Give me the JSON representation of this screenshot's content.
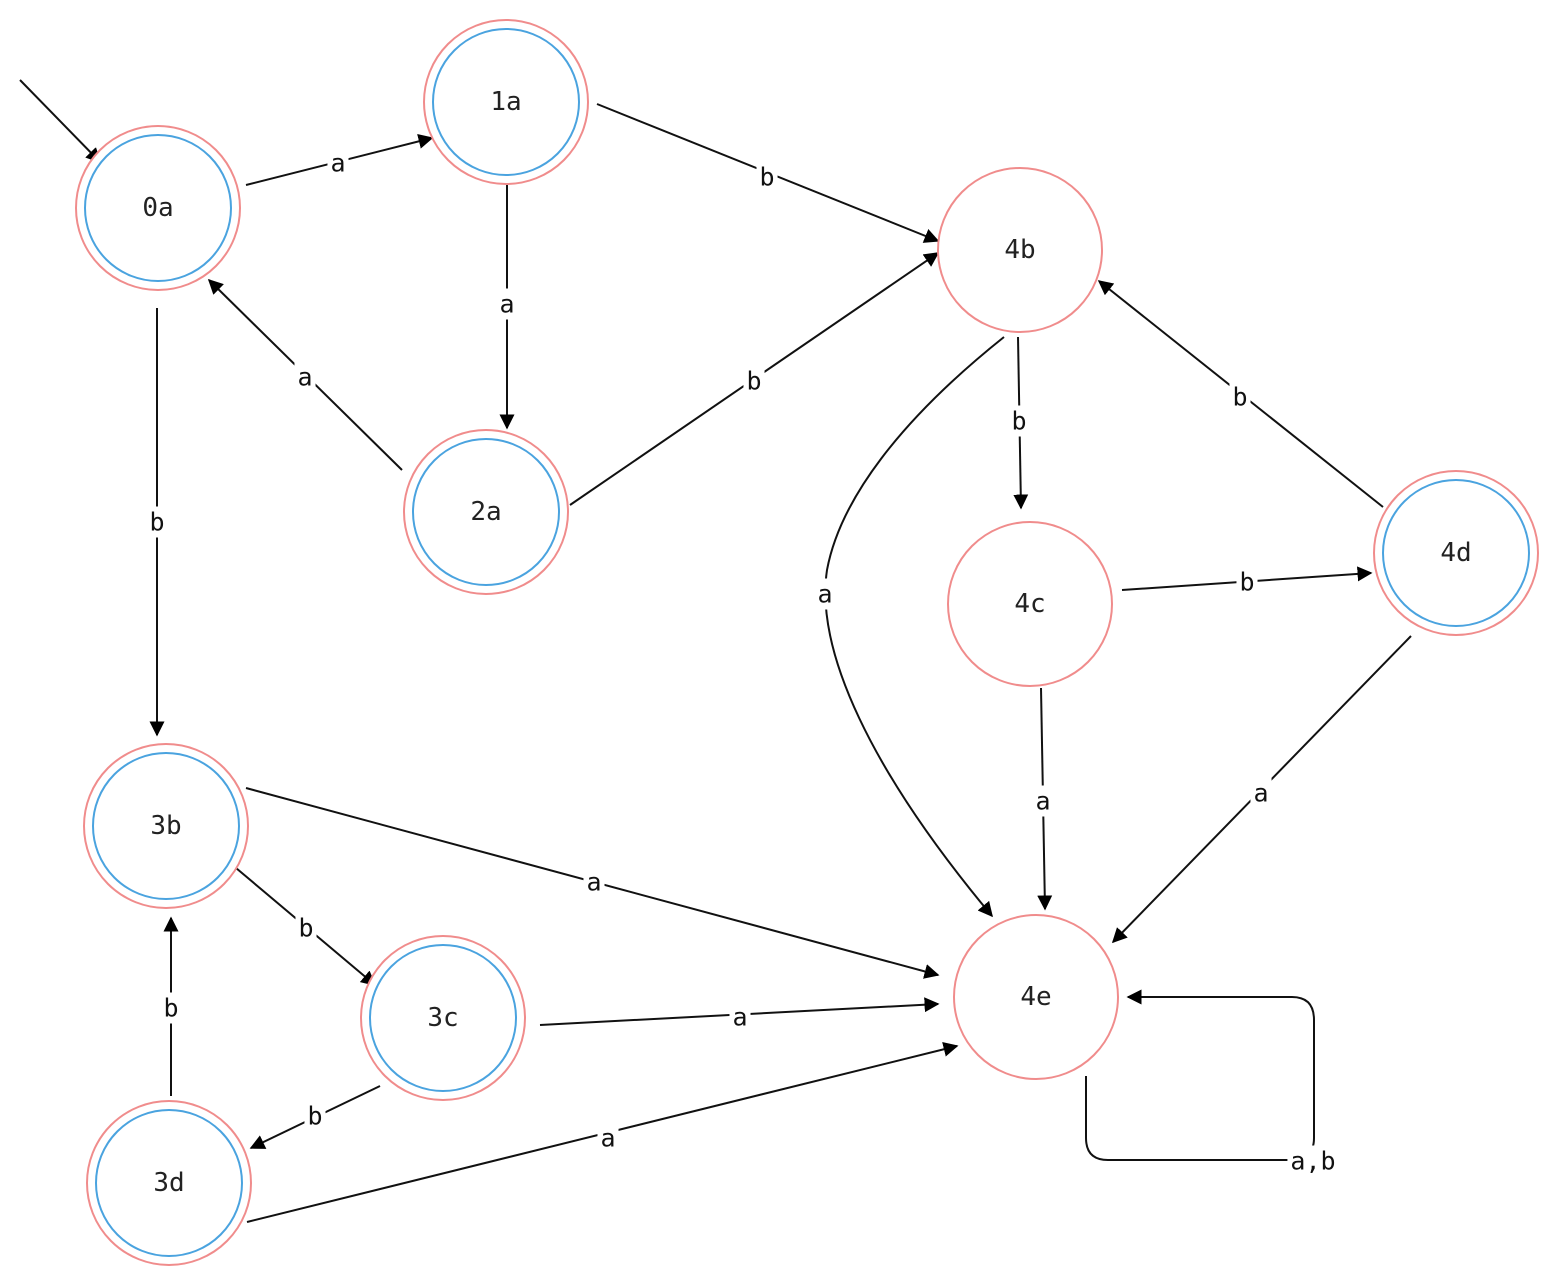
{
  "diagram": {
    "start_state": "0a",
    "states": [
      {
        "id": "0a",
        "label": "0a",
        "accepting": true
      },
      {
        "id": "1a",
        "label": "1a",
        "accepting": true
      },
      {
        "id": "2a",
        "label": "2a",
        "accepting": true
      },
      {
        "id": "3b",
        "label": "3b",
        "accepting": true
      },
      {
        "id": "3c",
        "label": "3c",
        "accepting": true
      },
      {
        "id": "3d",
        "label": "3d",
        "accepting": true
      },
      {
        "id": "4b",
        "label": "4b",
        "accepting": false
      },
      {
        "id": "4c",
        "label": "4c",
        "accepting": false
      },
      {
        "id": "4d",
        "label": "4d",
        "accepting": true
      },
      {
        "id": "4e",
        "label": "4e",
        "accepting": false
      }
    ],
    "transitions": [
      {
        "from": "0a",
        "to": "1a",
        "label": "a"
      },
      {
        "from": "0a",
        "to": "3b",
        "label": "b"
      },
      {
        "from": "1a",
        "to": "2a",
        "label": "a"
      },
      {
        "from": "1a",
        "to": "4b",
        "label": "b"
      },
      {
        "from": "2a",
        "to": "0a",
        "label": "a"
      },
      {
        "from": "2a",
        "to": "4b",
        "label": "b"
      },
      {
        "from": "4b",
        "to": "4c",
        "label": "b"
      },
      {
        "from": "4b",
        "to": "4e",
        "label": "a"
      },
      {
        "from": "4c",
        "to": "4d",
        "label": "b"
      },
      {
        "from": "4c",
        "to": "4e",
        "label": "a"
      },
      {
        "from": "4d",
        "to": "4b",
        "label": "b"
      },
      {
        "from": "4d",
        "to": "4e",
        "label": "a"
      },
      {
        "from": "3b",
        "to": "4e",
        "label": "a"
      },
      {
        "from": "3b",
        "to": "3c",
        "label": "b"
      },
      {
        "from": "3c",
        "to": "4e",
        "label": "a"
      },
      {
        "from": "3c",
        "to": "3d",
        "label": "b"
      },
      {
        "from": "3d",
        "to": "3b",
        "label": "b"
      },
      {
        "from": "3d",
        "to": "4e",
        "label": "a"
      },
      {
        "from": "4e",
        "to": "4e",
        "label": "a,b"
      }
    ]
  },
  "colors": {
    "state_stroke": "#f08c8c",
    "accepting_inner_stroke": "#4aa3df",
    "edge": "#111111"
  }
}
